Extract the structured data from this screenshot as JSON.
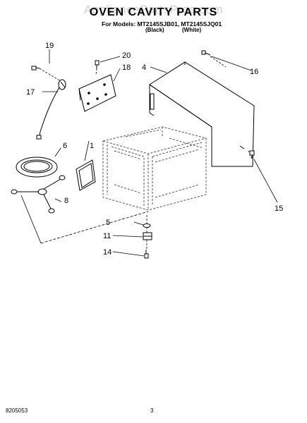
{
  "watermark": "AppliancePartsPros.com",
  "title": "OVEN CAVITY PARTS",
  "models_line": "For Models: MT2145SJB01, MT2145SJQ01",
  "variants": [
    "(Black)",
    "(White)"
  ],
  "callouts": {
    "c19": "19",
    "c20": "20",
    "c18": "18",
    "c4": "4",
    "c16": "16",
    "c17": "17",
    "c1": "1",
    "c6": "6",
    "c8": "8",
    "c5": "5",
    "c11": "11",
    "c14": "14",
    "c15": "15"
  },
  "footer": {
    "doc_number": "8205053",
    "page_number": "3"
  }
}
